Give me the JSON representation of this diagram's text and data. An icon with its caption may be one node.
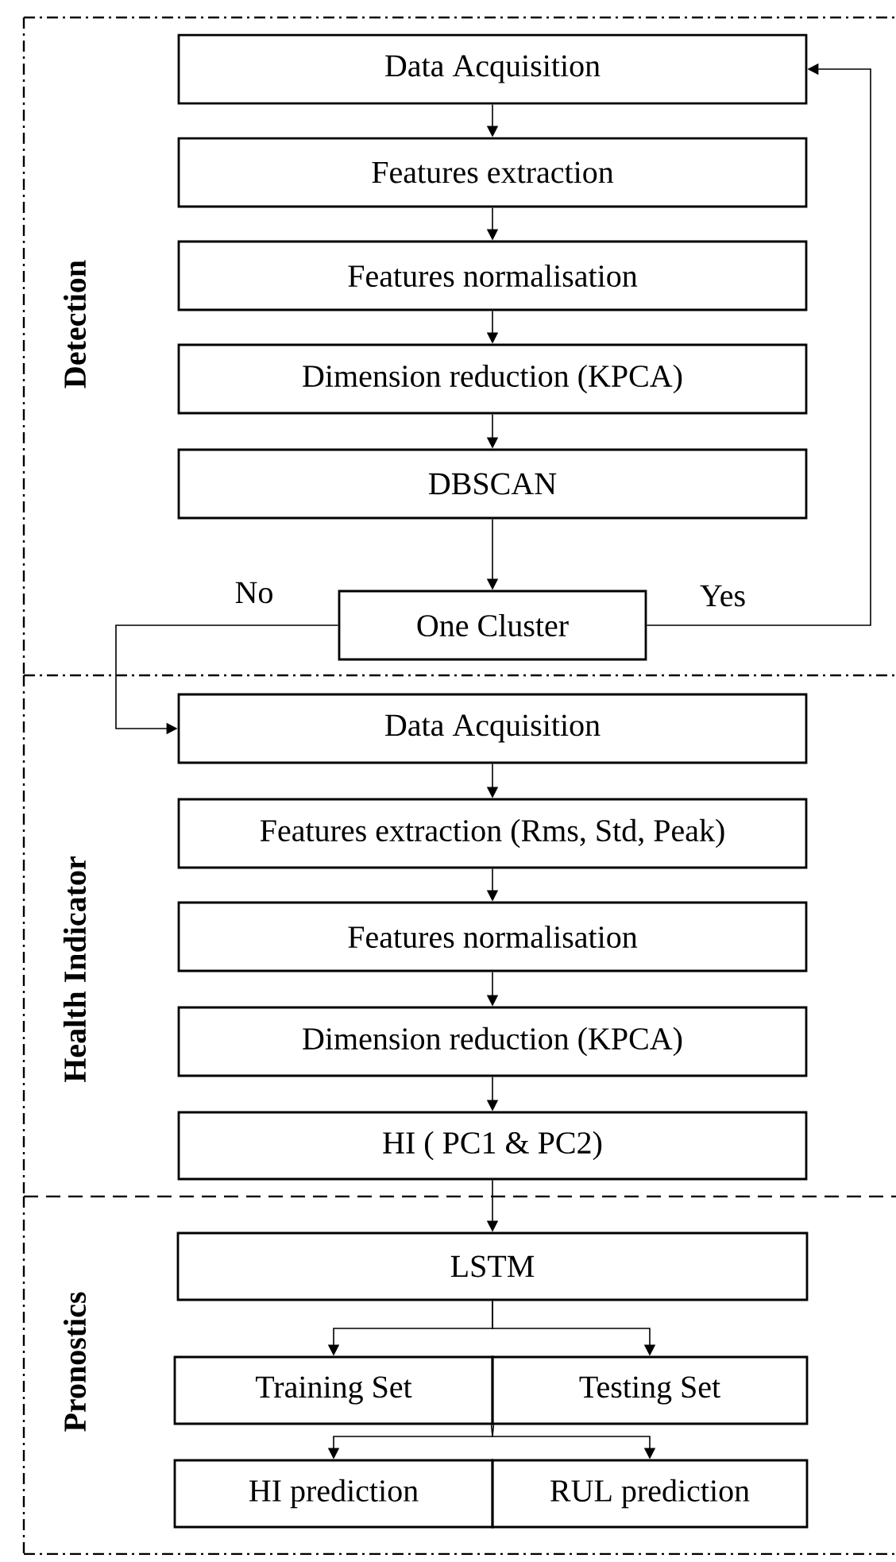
{
  "diagram": {
    "nodes": [
      {
        "text": [
          "Detection"
        ]
      },
      {
        "text": [
          "Data Acquisition"
        ],
        "in": 0
      },
      {
        "text": [
          "Features extraction"
        ],
        "in": 0
      },
      {
        "text": [
          "Features normalisation"
        ],
        "in": 0
      },
      {
        "text": [
          "Dimension reduction (KPCA)"
        ],
        "in": 0
      },
      {
        "text": [
          "DBSCAN"
        ],
        "in": 0
      },
      {
        "text": [
          "One Cluster"
        ],
        "in": 0
      },
      {
        "text": [
          "Health Indicator"
        ]
      },
      {
        "text": [
          "Data Acquisition"
        ],
        "in": 7
      },
      {
        "text": [
          "Features extraction (Rms, Std, Peak)"
        ],
        "in": 7
      },
      {
        "text": [
          "Features normalisation"
        ],
        "in": 7
      },
      {
        "text": [
          "Dimension reduction (KPCA)"
        ],
        "in": 7
      },
      {
        "text": [
          "HI ( PC1 & PC2)"
        ],
        "in": 7
      },
      {
        "text": [
          "Pronostics"
        ]
      },
      {
        "text": [
          "LSTM"
        ],
        "in": 13
      },
      {
        "text": [
          "Training Set"
        ],
        "in": 13
      },
      {
        "text": [
          "Testing Set"
        ],
        "in": 13
      },
      {
        "text": [
          "HI prediction"
        ],
        "in": 13
      },
      {
        "text": [
          "RUL prediction"
        ],
        "in": 13
      }
    ],
    "edges": [
      {
        "from": 1,
        "to": 2,
        "arrow": "to"
      },
      {
        "from": 2,
        "to": 3,
        "arrow": "to"
      },
      {
        "from": 3,
        "to": 4,
        "arrow": "to"
      },
      {
        "from": 4,
        "to": 5,
        "arrow": "to"
      },
      {
        "from": 5,
        "to": 6,
        "arrow": "to"
      },
      {
        "from": 6,
        "to": 1,
        "arrow": "to",
        "label": "Yes"
      },
      {
        "from": 6,
        "to": 8,
        "arrow": "to",
        "label": "No"
      },
      {
        "from": 8,
        "to": 9,
        "arrow": "to"
      },
      {
        "from": 9,
        "to": 10,
        "arrow": "to"
      },
      {
        "from": 10,
        "to": 11,
        "arrow": "to"
      },
      {
        "from": 11,
        "to": 12,
        "arrow": "to"
      },
      {
        "from": 12,
        "to": 14,
        "arrow": "to"
      },
      {
        "from": 14,
        "to": 15,
        "arrow": "to"
      },
      {
        "from": 14,
        "to": 16,
        "arrow": "to"
      },
      {
        "from": 15,
        "to": 17,
        "arrow": "to"
      },
      {
        "from": 16,
        "to": 18,
        "arrow": "to"
      }
    ]
  }
}
